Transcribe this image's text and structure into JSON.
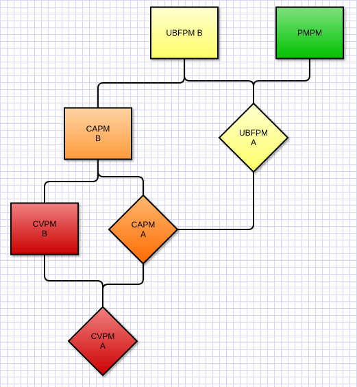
{
  "diagram": {
    "nodes": [
      {
        "id": "ubfpm-b",
        "shape": "rect",
        "lines": [
          "UBFPM B"
        ],
        "gradient": "yellow"
      },
      {
        "id": "pmpm",
        "shape": "rect",
        "lines": [
          "PMPM"
        ],
        "gradient": "green"
      },
      {
        "id": "capm-b",
        "shape": "rect",
        "lines": [
          "CAPM",
          "B"
        ],
        "gradient": "orange"
      },
      {
        "id": "ubfpm-a",
        "shape": "diamond",
        "lines": [
          "UBFPM",
          "A"
        ],
        "gradient": "yellow"
      },
      {
        "id": "cvpm-b",
        "shape": "rect",
        "lines": [
          "CVPM",
          "B"
        ],
        "gradient": "red"
      },
      {
        "id": "capm-a",
        "shape": "diamond",
        "lines": [
          "CAPM",
          "A"
        ],
        "gradient": "orange-dark"
      },
      {
        "id": "cvpm-a",
        "shape": "diamond",
        "lines": [
          "CVPM",
          "A"
        ],
        "gradient": "red"
      }
    ],
    "edges": [
      {
        "from": "ubfpm-b",
        "to": "capm-b"
      },
      {
        "from": "ubfpm-b",
        "to": "ubfpm-a"
      },
      {
        "from": "pmpm",
        "to": "ubfpm-a"
      },
      {
        "from": "capm-b",
        "to": "cvpm-b"
      },
      {
        "from": "capm-b",
        "to": "capm-a"
      },
      {
        "from": "ubfpm-a",
        "to": "capm-a"
      },
      {
        "from": "cvpm-b",
        "to": "cvpm-a"
      },
      {
        "from": "capm-a",
        "to": "cvpm-a"
      }
    ],
    "colors": {
      "yellow": [
        "#ffffd0",
        "#ffff66"
      ],
      "green": [
        "#7ee27e",
        "#00c000"
      ],
      "orange": [
        "#ffd3a3",
        "#ff9a3c"
      ],
      "orange-dark": [
        "#ffb870",
        "#ff6a00"
      ],
      "red": [
        "#f08080",
        "#cc0000"
      ],
      "stroke": "#000000",
      "grid": "#d6d6f0"
    }
  }
}
